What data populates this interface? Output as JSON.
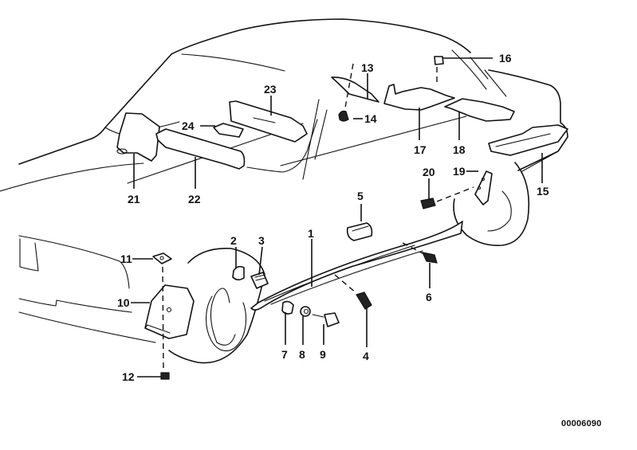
{
  "diagram": {
    "type": "exploded parts diagram",
    "subject": "Car body side trim / underbody panels",
    "document_id": "00006090",
    "callouts": [
      {
        "number": "1"
      },
      {
        "number": "2"
      },
      {
        "number": "3"
      },
      {
        "number": "4"
      },
      {
        "number": "5"
      },
      {
        "number": "6"
      },
      {
        "number": "7"
      },
      {
        "number": "8"
      },
      {
        "number": "9"
      },
      {
        "number": "10"
      },
      {
        "number": "11"
      },
      {
        "number": "12"
      },
      {
        "number": "13"
      },
      {
        "number": "14"
      },
      {
        "number": "15"
      },
      {
        "number": "16"
      },
      {
        "number": "17"
      },
      {
        "number": "18"
      },
      {
        "number": "19"
      },
      {
        "number": "20"
      },
      {
        "number": "21"
      },
      {
        "number": "22"
      },
      {
        "number": "23"
      },
      {
        "number": "24"
      }
    ]
  }
}
